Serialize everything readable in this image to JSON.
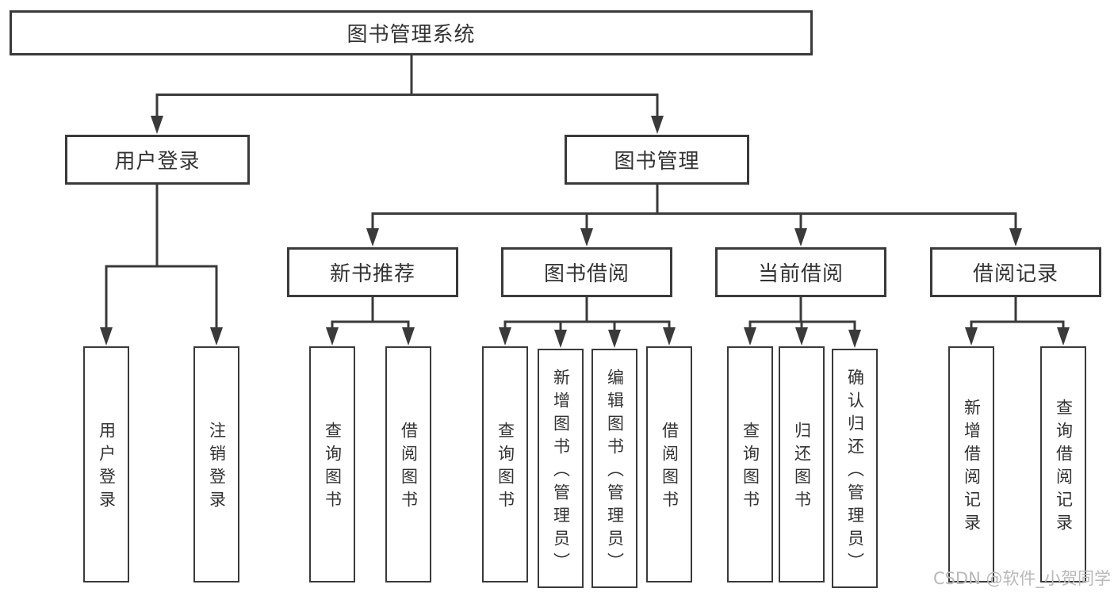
{
  "diagram": {
    "root": {
      "label": "图书管理系统"
    },
    "children": [
      {
        "label": "用户登录",
        "children": [
          {
            "label": "用户登录"
          },
          {
            "label": "注销登录"
          }
        ]
      },
      {
        "label": "图书管理",
        "children": [
          {
            "label": "新书推荐",
            "children": [
              {
                "label": "查询图书"
              },
              {
                "label": "借阅图书"
              }
            ]
          },
          {
            "label": "图书借阅",
            "children": [
              {
                "label": "查询图书"
              },
              {
                "label": "新增图书（管理员）"
              },
              {
                "label": "编辑图书（管理员）"
              },
              {
                "label": "借阅图书"
              }
            ]
          },
          {
            "label": "当前借阅",
            "children": [
              {
                "label": "查询图书"
              },
              {
                "label": "归还图书"
              },
              {
                "label": "确认归还（管理员）"
              }
            ]
          },
          {
            "label": "借阅记录",
            "children": [
              {
                "label": "新增借阅记录"
              },
              {
                "label": "查询借阅记录"
              }
            ]
          }
        ]
      }
    ]
  },
  "watermark": {
    "text": "CSDN @软件_小贺同学"
  },
  "colors": {
    "line": "#3a3a3a",
    "text": "#333333",
    "background": "#ffffff",
    "watermark": "#b9b9b9"
  }
}
